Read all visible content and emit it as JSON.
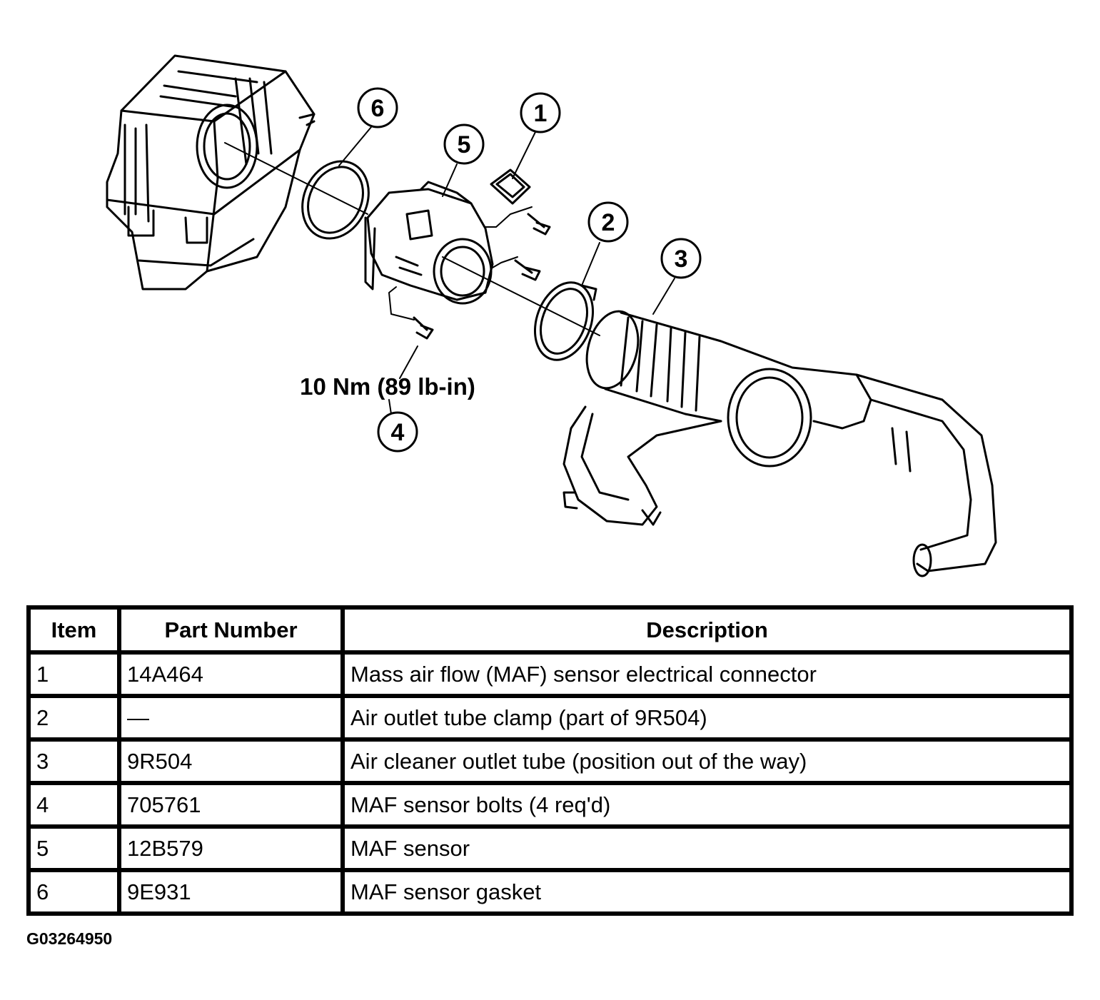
{
  "diagram": {
    "callouts": [
      "1",
      "2",
      "3",
      "4",
      "5",
      "6"
    ],
    "torque_label": "10 Nm (89 lb-in)"
  },
  "table": {
    "headers": [
      "Item",
      "Part Number",
      "Description"
    ],
    "rows": [
      [
        "1",
        "14A464",
        "Mass air flow (MAF) sensor electrical connector"
      ],
      [
        "2",
        "—",
        "Air outlet tube clamp (part of 9R504)"
      ],
      [
        "3",
        "9R504",
        "Air cleaner outlet tube (position out of the way)"
      ],
      [
        "4",
        "705761",
        "MAF sensor bolts (4 req'd)"
      ],
      [
        "5",
        "12B579",
        "MAF sensor"
      ],
      [
        "6",
        "9E931",
        "MAF sensor gasket"
      ]
    ]
  },
  "figure_id": "G03264950"
}
